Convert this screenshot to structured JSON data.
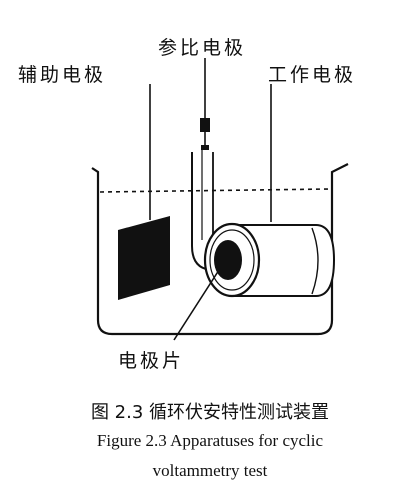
{
  "labels": {
    "reference_electrode": "参比电极",
    "auxiliary_electrode": "辅助电极",
    "working_electrode": "工作电极",
    "electrode_sheet": "电极片"
  },
  "caption": {
    "zh": "图 2.3   循环伏安特性测试装置",
    "en_line1": "Figure 2.3 Apparatuses for cyclic",
    "en_line2": "voltammetry test"
  }
}
